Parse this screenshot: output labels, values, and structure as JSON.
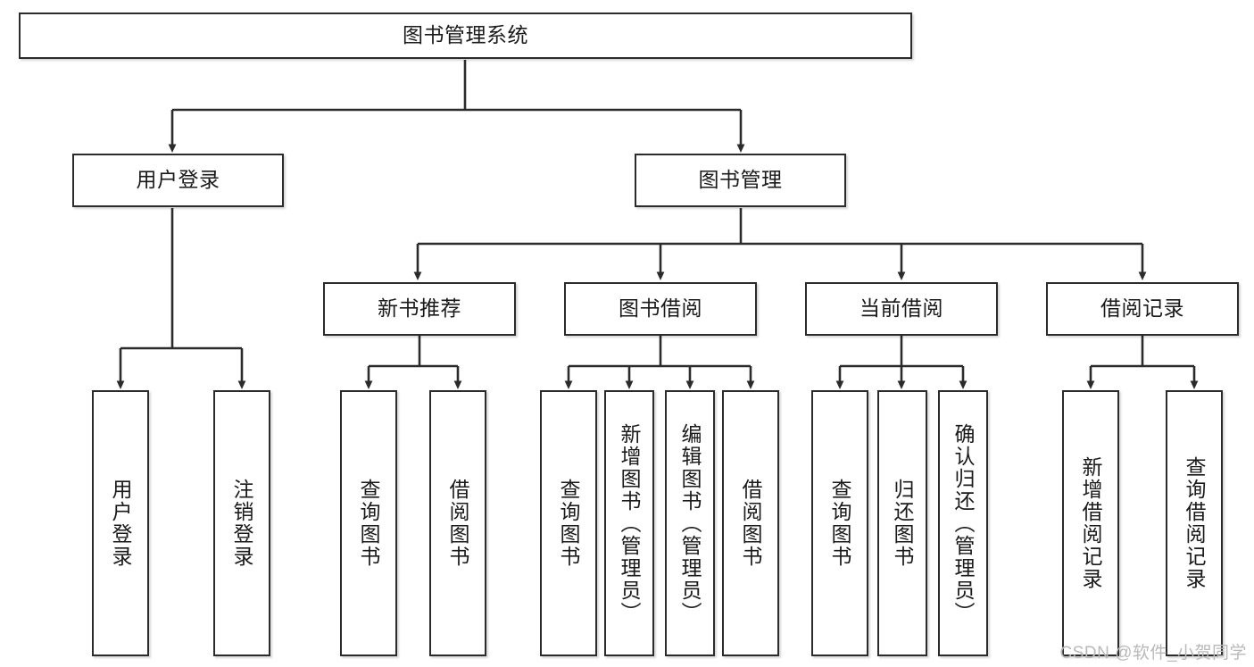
{
  "diagram": {
    "title": "图书管理系统",
    "type": "tree",
    "watermark": "CSDN @软件_小贺同学",
    "colors": {
      "stroke": "#2b2b2b",
      "fill": "#ffffff",
      "text": "#1a1a1a",
      "watermark": "#b9b9b9"
    },
    "nodes": {
      "root": {
        "label": "图书管理系统"
      },
      "level2": [
        {
          "id": "user-login",
          "label": "用户登录"
        },
        {
          "id": "book-manage",
          "label": "图书管理"
        }
      ],
      "level3": [
        {
          "id": "new-book-recommend",
          "label": "新书推荐"
        },
        {
          "id": "book-borrow",
          "label": "图书借阅"
        },
        {
          "id": "current-borrow",
          "label": "当前借阅"
        },
        {
          "id": "borrow-record",
          "label": "借阅记录"
        }
      ],
      "leaves": [
        {
          "id": "leaf-user-login",
          "label": "用户登录",
          "parent": "user-login"
        },
        {
          "id": "leaf-user-logout",
          "label": "注销登录",
          "parent": "user-login"
        },
        {
          "id": "leaf-query-book-1",
          "label": "查询图书",
          "parent": "new-book-recommend"
        },
        {
          "id": "leaf-borrow-book-1",
          "label": "借阅图书",
          "parent": "new-book-recommend"
        },
        {
          "id": "leaf-query-book-2",
          "label": "查询图书",
          "parent": "book-borrow"
        },
        {
          "id": "leaf-add-book",
          "label": "新增图书（管理员）",
          "parent": "book-borrow"
        },
        {
          "id": "leaf-edit-book",
          "label": "编辑图书（管理员）",
          "parent": "book-borrow"
        },
        {
          "id": "leaf-borrow-book-2",
          "label": "借阅图书",
          "parent": "book-borrow"
        },
        {
          "id": "leaf-query-book-3",
          "label": "查询图书",
          "parent": "current-borrow"
        },
        {
          "id": "leaf-return-book",
          "label": "归还图书",
          "parent": "current-borrow"
        },
        {
          "id": "leaf-confirm-return",
          "label": "确认归还（管理员）",
          "parent": "current-borrow"
        },
        {
          "id": "leaf-add-record",
          "label": "新增借阅记录",
          "parent": "borrow-record"
        },
        {
          "id": "leaf-query-record",
          "label": "查询借阅记录",
          "parent": "borrow-record"
        }
      ]
    }
  }
}
